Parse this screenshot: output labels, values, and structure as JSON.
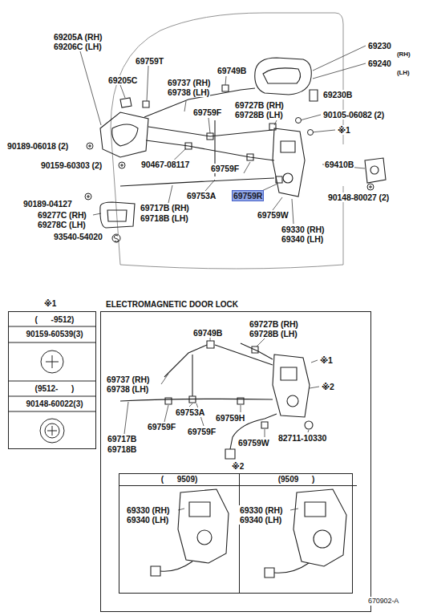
{
  "diagram": {
    "nodes": [
      {
        "text": [
          "※1"
        ]
      },
      {
        "text": [
          "(      -9512)"
        ],
        "in": 0
      },
      {
        "text": [
          "90159-60539(3)"
        ],
        "in": 0
      },
      {
        "text": [
          "(9512-      )"
        ],
        "in": 0
      },
      {
        "text": [
          "90148-60022(3)"
        ],
        "in": 0
      },
      {
        "text": [
          "ELECTROMAGNETIC DOOR LOCK"
        ]
      },
      {
        "text": [
          "※2"
        ],
        "in": 5
      },
      {
        "text": [
          "(      9509)"
        ],
        "in": 6
      },
      {
        "text": [
          "(9509      )"
        ],
        "in": 6
      }
    ],
    "labels": [
      "69205A (RH)",
      "69206C (LH)",
      "69759T",
      "69230",
      "(RH)",
      "69749B",
      "69240",
      "(LH)",
      "69205C",
      "69737 (RH)",
      "69738 (LH)",
      "69230B",
      "69727B (RH)",
      "69728B (LH)",
      "69759F",
      "90105-06082 (2)",
      "※1",
      "90189-06018 (2)",
      "90159-60303 (2)",
      "90467-08117",
      "69410B",
      "69759F",
      "69753A",
      "69759R",
      "90148-80027 (2)",
      "90189-04127",
      "69717B (RH)",
      "69718B (LH)",
      "69277C (RH)",
      "69759W",
      "69278C (LH)",
      "69330 (RH)",
      "69340 (LH)",
      "93540-54020",
      "69727B (RH)",
      "69749B",
      "69728B (LH)",
      "※1",
      "69737 (RH)",
      "※2",
      "69738 (LH)",
      "69753A",
      "69759H",
      "69759F",
      "69759F",
      "82711-10330",
      "69717B",
      "69759W",
      "69718B",
      "69330 (RH)",
      "69340 (LH)",
      "69330 (RH)",
      "69340 (LH)",
      "670902-A"
    ]
  }
}
